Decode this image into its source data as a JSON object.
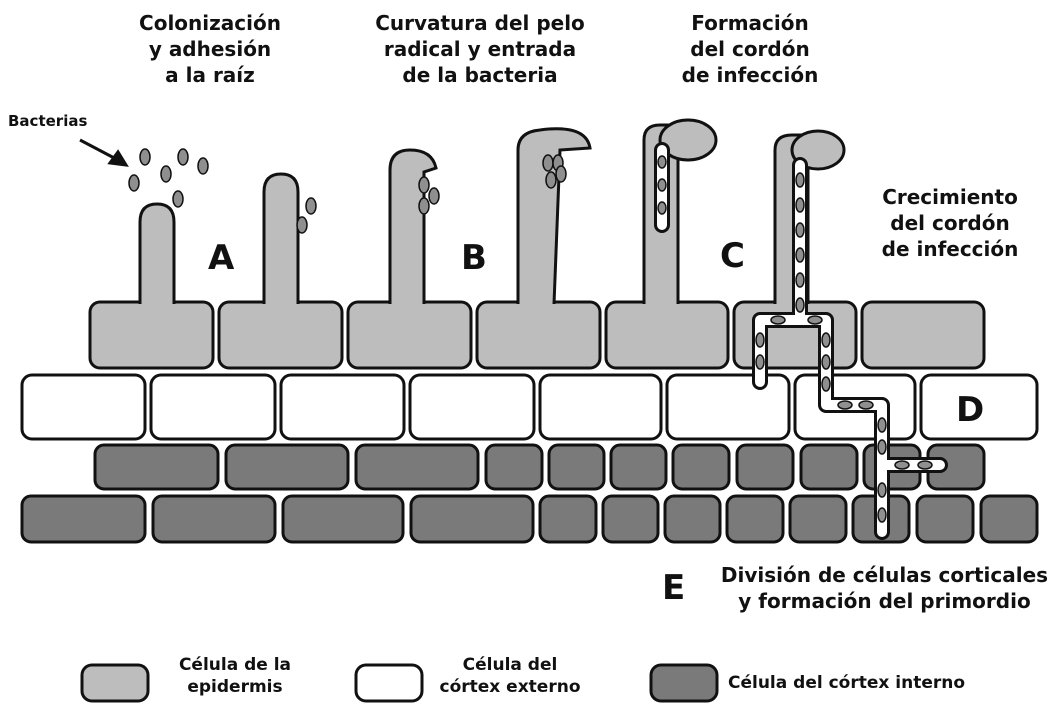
{
  "stage_titles": {
    "colonization": [
      "Colonización",
      "y adhesión",
      "a la raíz"
    ],
    "curvature": [
      "Curvatura del pelo",
      "radical y entrada",
      "de la bacteria"
    ],
    "cord_formation": [
      "Formación",
      "del cordón",
      "de infección"
    ],
    "cord_growth": [
      "Crecimiento",
      "del cordón",
      "de infección"
    ],
    "division": [
      "División de células corticales",
      "y formación del primordio"
    ]
  },
  "bacteria_label": "Bacterias",
  "letters": {
    "a": "A",
    "b": "B",
    "c": "C",
    "d": "D",
    "e": "E"
  },
  "legend": {
    "epidermis": [
      "Célula de la",
      "epidermis"
    ],
    "outer_cortex": [
      "Célula del",
      "córtex externo"
    ],
    "inner_cortex": "Célula del córtex interno"
  },
  "colors": {
    "epidermis": "#bdbdbd",
    "outer_cortex": "#ffffff",
    "inner_cortex": "#7a7a7a",
    "bacteria": "#8f8f8f",
    "outline": "#111111"
  }
}
